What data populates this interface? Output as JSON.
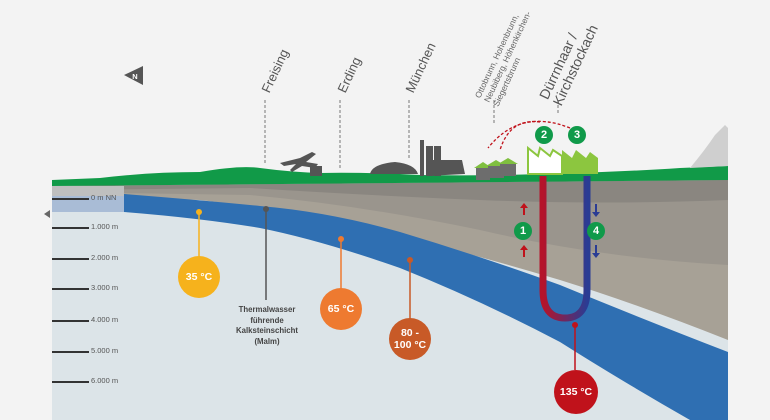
{
  "compass": {
    "label": "N",
    "icon": "north-arrow-icon"
  },
  "cities": [
    {
      "name": "Freising"
    },
    {
      "name": "Erding"
    },
    {
      "name": "München"
    },
    {
      "name": "Ottobrunn, Hohenbrunn, Neubiberg, Höhenkirchen-Siegertsbrunn",
      "lines": [
        "Ottobrunn, Hohenbrunn,",
        "Neubiberg, Höhenkirchen-",
        "Siegertsbrunn"
      ]
    },
    {
      "name": "Dürrnhaar / Kirchstockach",
      "lines": [
        "Dürrnhaar /",
        "Kirchstockach"
      ]
    }
  ],
  "depth_scale": [
    "0 m NN",
    "1.000 m",
    "2.000 m",
    "3.000 m",
    "4.000 m",
    "5.000 m",
    "6.000 m"
  ],
  "temperatures": [
    {
      "label": "35 °C",
      "color": "#f6b21c"
    },
    {
      "label": "65 °C",
      "color": "#ee7a30"
    },
    {
      "label_line1": "80 -",
      "label_line2": "100 °C",
      "color": "#c85a27"
    },
    {
      "label": "135 °C",
      "color": "#c0121b"
    }
  ],
  "aquifer_label": [
    "Thermalwasser",
    "führende",
    "Kalksteinschicht",
    "(Malm)"
  ],
  "steps": [
    "1",
    "2",
    "3",
    "4"
  ],
  "colors": {
    "background": "#f3f3f3",
    "grass": "#119a48",
    "rock_dark": "#8a8680",
    "rock_light": "#a7a196",
    "aquifer": "#2f6fb2",
    "deep": "#dce4e8",
    "hot_pipe": "#b5132a",
    "cold_pipe": "#2a3c94",
    "step_badge": "#109a4a",
    "building_green": "#8cc63f"
  }
}
